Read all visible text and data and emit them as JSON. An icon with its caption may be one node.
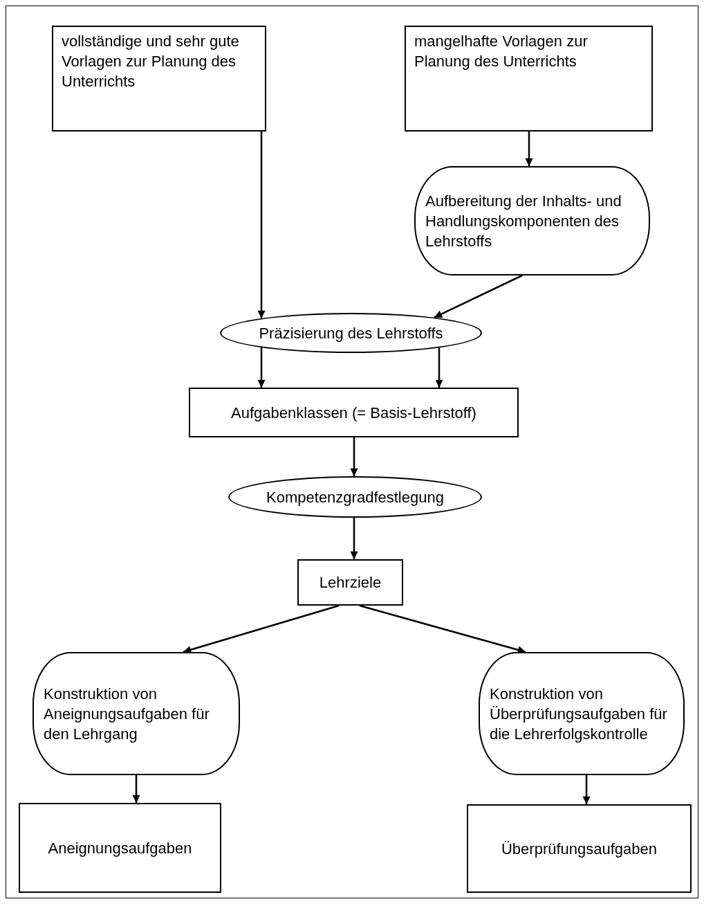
{
  "diagram": {
    "nodes": [
      {
        "text": [
          "vollständige und sehr gute Vorlagen zur Planung des Unterrichts"
        ]
      },
      {
        "text": [
          "mangelhafte Vorlagen zur Planung des Unterrichts"
        ]
      },
      {
        "text": [
          "Aufbereitung der Inhalts- und Handlungskomponenten des Lehrstoffs"
        ]
      },
      {
        "text": [
          "Präzisierung des Lehrstoffs"
        ]
      },
      {
        "text": [
          "Aufgabenklassen (= Basis-Lehrstoff)"
        ]
      },
      {
        "text": [
          "Kompetenzgradfestlegung"
        ]
      },
      {
        "text": [
          "Lehrziele"
        ]
      },
      {
        "text": [
          "Konstruktion von Aneignungsaufgaben für den Lehrgang"
        ]
      },
      {
        "text": [
          "Konstruktion von Überprüfungsaufgaben für die Lehrerfolgskontrolle"
        ]
      },
      {
        "text": [
          "Aneignungsaufgaben"
        ]
      },
      {
        "text": [
          "Überprüfungsaufgaben"
        ]
      }
    ],
    "edges": [
      {
        "from": 0,
        "to": 3,
        "arrow": "to"
      },
      {
        "from": 1,
        "to": 2,
        "arrow": "to"
      },
      {
        "from": 2,
        "to": 3,
        "arrow": "to"
      },
      {
        "from": 3,
        "to": 4,
        "arrow": "to"
      },
      {
        "from": 3,
        "to": 4,
        "arrow": "to"
      },
      {
        "from": 4,
        "to": 5,
        "arrow": "to"
      },
      {
        "from": 5,
        "to": 6,
        "arrow": "to"
      },
      {
        "from": 6,
        "to": 7,
        "arrow": "to"
      },
      {
        "from": 6,
        "to": 8,
        "arrow": "to"
      },
      {
        "from": 7,
        "to": 9,
        "arrow": "to"
      },
      {
        "from": 8,
        "to": 10,
        "arrow": "to"
      }
    ]
  }
}
